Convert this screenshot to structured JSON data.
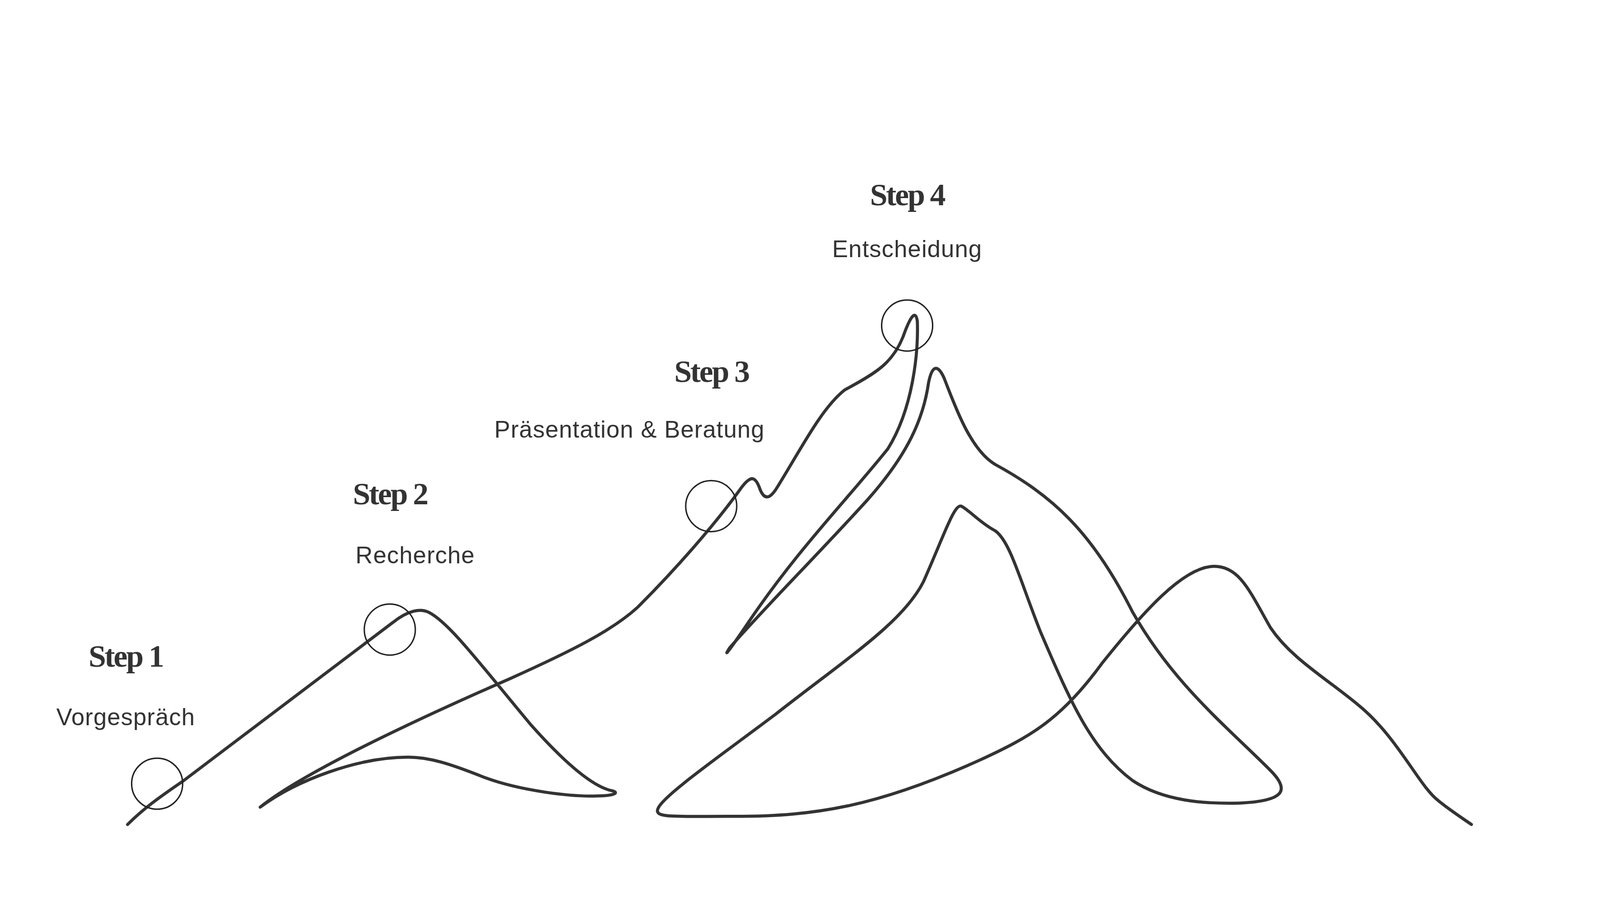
{
  "diagram": {
    "labels": [
      "Step 1",
      "Vorgespräch",
      "Step 2",
      "Recherche",
      "Step 3",
      "Präsentation & Beratung",
      "Step 4",
      "Entscheidung"
    ]
  }
}
